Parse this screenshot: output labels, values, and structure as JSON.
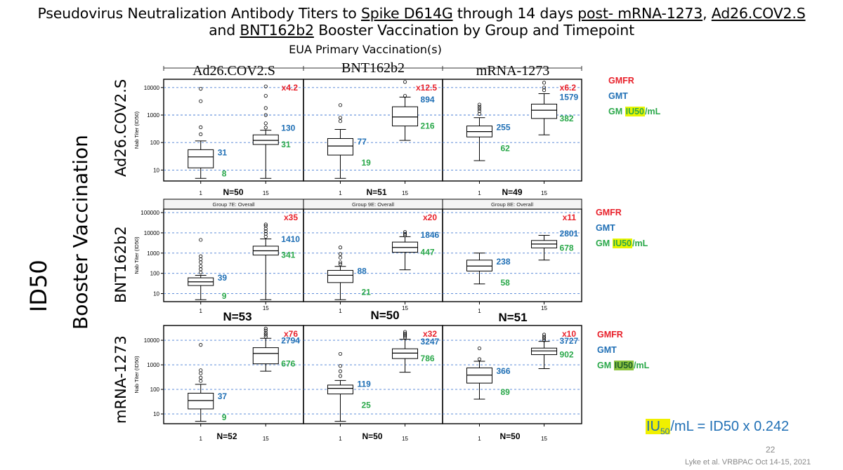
{
  "title": {
    "part1": "Pseudovirus Neutralization Antibody Titers to ",
    "part2": "Spike D614G",
    "part3": " through 14 days ",
    "part4": "post- mRNA-1273",
    "part5": ", ",
    "part6": "Ad26.COV2.S",
    "line2_a": "and ",
    "line2_b": "BNT162b2",
    "line2_c": " Booster Vaccination by Group and Timepoint"
  },
  "primary_header": "EUA Primary Vaccination(s)",
  "col_headers": [
    "Ad26.COV2.S",
    "BNT162b2",
    "mRNA-1273"
  ],
  "row_headers": [
    "Ad26.COV2.S",
    "BNT162b2",
    "mRNA-1273"
  ],
  "side_title": "ID50",
  "side_subtitle": "Booster Vaccination",
  "ylabel": "Nab Titer (ID50)",
  "group_strip": [
    "Group 7E: Overall",
    "Group 9E: Overall",
    "Group 8E: Overall"
  ],
  "legend": {
    "gmfr": "GMFR",
    "gmt": "GMT",
    "gm_prefix": "GM ",
    "gm_unit": "IU50",
    "gm_suffix": "/mL"
  },
  "formula": {
    "iu": "IU",
    "sub": "50",
    "rest": "/mL = ID50 x 0.242"
  },
  "page_number": "22",
  "citation": "Lyke et al.  VRBPAC Oct 14-15, 2021",
  "n_labels": [
    [
      "N=50",
      "N=51",
      "N=49"
    ],
    [
      "N=53",
      "N=50",
      "N=51"
    ],
    [
      "N=52",
      "N=50",
      "N=50"
    ]
  ],
  "colors": {
    "gmfr": "#e8202a",
    "gmt": "#1f6fb5",
    "gm": "#2aa84a",
    "grid": "#4a7fd4"
  },
  "chart_data": {
    "type": "box",
    "description_axes": {
      "x_ticks": [
        "1",
        "15"
      ],
      "y_scale": "log"
    },
    "panels": [
      {
        "row": "Ad26.COV2.S",
        "col": "Ad26.COV2.S",
        "yticks": [
          10,
          100,
          1000,
          10000
        ],
        "ylim": [
          4,
          20000
        ],
        "gmfr": "x4.2",
        "gmt": "31",
        "gm": "8",
        "gmt15": "130",
        "gm15": "31",
        "box1": {
          "q1": 12,
          "med": 30,
          "q3": 55,
          "lo": 5,
          "hi": 115,
          "out": [
            200,
            360,
            3200,
            9000
          ]
        },
        "box15": {
          "q1": 85,
          "med": 120,
          "q3": 190,
          "lo": 5,
          "hi": 280,
          "out": [
            350,
            500,
            1000,
            1800,
            5000,
            11000
          ]
        }
      },
      {
        "row": "Ad26.COV2.S",
        "col": "BNT162b2",
        "yticks": [
          10,
          100,
          1000,
          10000
        ],
        "ylim": [
          4,
          20000
        ],
        "gmfr": "x12.5",
        "gmt": "77",
        "gm": "19",
        "gmt15": "894",
        "gm15": "216",
        "box1": {
          "q1": 35,
          "med": 75,
          "q3": 140,
          "lo": 5,
          "hi": 300,
          "out": [
            600,
            800,
            2300
          ]
        },
        "box15": {
          "q1": 400,
          "med": 850,
          "q3": 2000,
          "lo": 120,
          "hi": 4500,
          "out": [
            5000,
            16000
          ]
        }
      },
      {
        "row": "Ad26.COV2.S",
        "col": "mRNA-1273",
        "yticks": [
          10,
          100,
          1000,
          10000
        ],
        "ylim": [
          4,
          20000
        ],
        "gmfr": "x6.2",
        "gmt": "255",
        "gm": "62",
        "gmt15": "1579",
        "gm15": "382",
        "box1": {
          "q1": 160,
          "med": 250,
          "q3": 400,
          "lo": 22,
          "hi": 800,
          "out": [
            1100,
            1400,
            1700,
            2000,
            2400
          ]
        },
        "box15": {
          "q1": 750,
          "med": 1500,
          "q3": 2500,
          "lo": 190,
          "hi": 6000,
          "out": [
            8000,
            10000,
            15000
          ]
        }
      },
      {
        "row": "BNT162b2",
        "col": "Ad26.COV2.S",
        "yticks": [
          10,
          100,
          1000,
          10000,
          100000
        ],
        "ylim": [
          4,
          150000
        ],
        "gmfr": "x35",
        "gmt": "39",
        "gm": "9",
        "gmt15": "1410",
        "gm15": "341",
        "box1": {
          "q1": 25,
          "med": 38,
          "q3": 60,
          "lo": 5,
          "hi": 80,
          "out": [
            110,
            160,
            230,
            350,
            500,
            700,
            4500
          ]
        },
        "box15": {
          "q1": 800,
          "med": 1300,
          "q3": 2200,
          "lo": 5,
          "hi": 5000,
          "out": [
            6500,
            9000,
            12000,
            16000,
            22000,
            26000
          ]
        }
      },
      {
        "row": "BNT162b2",
        "col": "BNT162b2",
        "yticks": [
          10,
          100,
          1000,
          10000,
          100000
        ],
        "ylim": [
          4,
          150000
        ],
        "gmfr": "x20",
        "gmt": "88",
        "gm": "21",
        "gmt15": "1846",
        "gm15": "447",
        "box1": {
          "q1": 35,
          "med": 80,
          "q3": 140,
          "lo": 5,
          "hi": 220,
          "out": [
            280,
            350,
            600,
            900,
            1900
          ]
        },
        "box15": {
          "q1": 1100,
          "med": 1900,
          "q3": 3500,
          "lo": 150,
          "hi": 6500,
          "out": [
            7500,
            9000,
            11000
          ]
        }
      },
      {
        "row": "BNT162b2",
        "col": "mRNA-1273",
        "yticks": [
          10,
          100,
          1000,
          10000,
          100000
        ],
        "ylim": [
          4,
          150000
        ],
        "gmfr": "x11",
        "gmt": "238",
        "gm": "58",
        "gmt15": "2801",
        "gm15": "678",
        "box1": {
          "q1": 130,
          "med": 230,
          "q3": 450,
          "lo": 30,
          "hi": 1000,
          "out": []
        },
        "box15": {
          "q1": 1800,
          "med": 2800,
          "q3": 4200,
          "lo": 450,
          "hi": 7500,
          "out": []
        }
      },
      {
        "row": "mRNA-1273",
        "col": "Ad26.COV2.S",
        "yticks": [
          10,
          100,
          1000,
          10000
        ],
        "ylim": [
          4,
          40000
        ],
        "gmfr": "x76",
        "gmt": "37",
        "gm": "9",
        "gmt15": "2794",
        "gm15": "676",
        "box1": {
          "q1": 16,
          "med": 35,
          "q3": 70,
          "lo": 5,
          "hi": 160,
          "out": [
            220,
            300,
            450,
            600,
            6500
          ]
        },
        "box15": {
          "q1": 1100,
          "med": 2900,
          "q3": 5000,
          "lo": 550,
          "hi": 12000,
          "out": [
            14000,
            17000,
            20000,
            25000,
            30000
          ]
        }
      },
      {
        "row": "mRNA-1273",
        "col": "BNT162b2",
        "yticks": [
          10,
          100,
          1000,
          10000
        ],
        "ylim": [
          4,
          40000
        ],
        "gmfr": "x32",
        "gmt": "119",
        "gm": "25",
        "gmt15": "3247",
        "gm15": "786",
        "box1": {
          "q1": 65,
          "med": 110,
          "q3": 150,
          "lo": 5,
          "hi": 230,
          "out": [
            350,
            550,
            900,
            2800
          ]
        },
        "box15": {
          "q1": 1800,
          "med": 3000,
          "q3": 4500,
          "lo": 500,
          "hi": 11000,
          "out": [
            13000,
            15000,
            17000,
            19000,
            22000
          ]
        }
      },
      {
        "row": "mRNA-1273",
        "col": "mRNA-1273",
        "yticks": [
          10,
          100,
          1000,
          10000
        ],
        "ylim": [
          4,
          40000
        ],
        "gmfr": "x10",
        "gmt": "366",
        "gm": "89",
        "gmt15": "3727",
        "gm15": "902",
        "box1": {
          "q1": 180,
          "med": 380,
          "q3": 750,
          "lo": 40,
          "hi": 1400,
          "out": [
            1700,
            4700
          ]
        },
        "box15": {
          "q1": 2600,
          "med": 3700,
          "q3": 4800,
          "lo": 700,
          "hi": 9000,
          "out": [
            10000,
            12000,
            14000,
            17000
          ]
        }
      }
    ]
  }
}
